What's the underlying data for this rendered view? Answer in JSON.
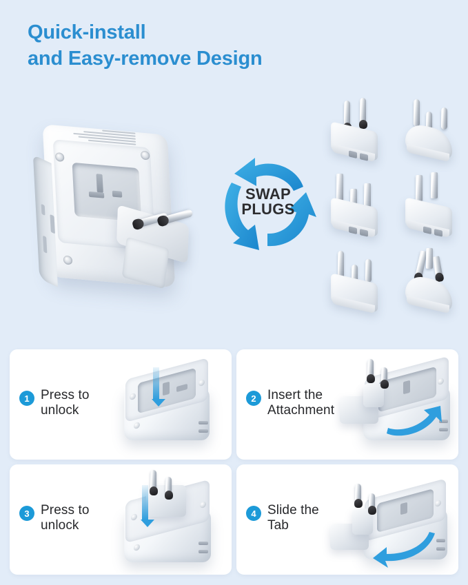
{
  "page": {
    "background_color": "#e2ecf8",
    "accent_blue": "#2b8ed0",
    "badge_blue": "#1c9ad8",
    "text_dark": "#27282b"
  },
  "headline": {
    "line1": "Quick-install",
    "line2": "and Easy-remove Design"
  },
  "hero": {
    "swap_label_line1": "SWAP",
    "swap_label_line2": "PLUGS",
    "product_name": "travel-power-adapter",
    "plug_attachments": [
      {
        "name": "eu-plug-attachment",
        "pins": 2,
        "pin_style": "round"
      },
      {
        "name": "india-plug-attachment",
        "pins": 3,
        "pin_style": "round"
      },
      {
        "name": "uk-plug-attachment",
        "pins": 3,
        "pin_style": "flat"
      },
      {
        "name": "us-plug-attachment",
        "pins": 2,
        "pin_style": "flat"
      },
      {
        "name": "za-plug-attachment",
        "pins": 3,
        "pin_style": "round"
      },
      {
        "name": "au-plug-attachment",
        "pins": 3,
        "pin_style": "flat"
      }
    ]
  },
  "steps": [
    {
      "number": "1",
      "label": "Press to\nunlock"
    },
    {
      "number": "2",
      "label": "Insert the\nAttachment"
    },
    {
      "number": "3",
      "label": "Press to\nunlock"
    },
    {
      "number": "4",
      "label": "Slide the\nTab"
    }
  ]
}
